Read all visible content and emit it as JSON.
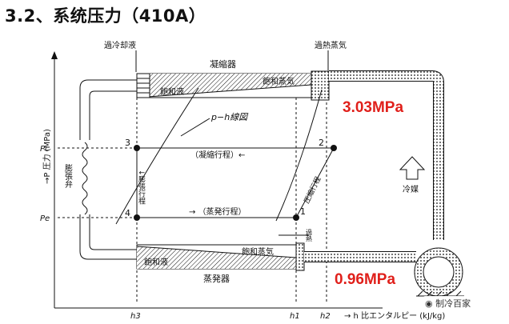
{
  "title": "3.2、系统压力（410A）",
  "labels": {
    "subcooled_liquid": "過冷却液",
    "superheated_vapor": "過熱蒸気",
    "condenser": "凝縮器",
    "saturated_vapor": "飽和蒸気",
    "saturated_liquid": "飽和液",
    "ph_diagram": "p−h線図",
    "condensing_process": "（凝縮行程）←",
    "evaporating_process": "→ （蒸発行程）",
    "throttling_process": "↓膨張行程",
    "compression_process": "圧縮行程",
    "superheat": "過熱",
    "expansion_valve": "膨張弁",
    "refrigerant": "冷媒",
    "evaporator": "蒸発器",
    "y_axis": "→P 圧力 (MPa)",
    "x_axis": "→ h  比エンタルピー (kJ/kg)",
    "pc": "Pc",
    "pe": "Pe",
    "h3": "h3",
    "h1": "h1",
    "h2": "h2",
    "point1": "1",
    "point2": "2",
    "point3": "3",
    "point4": "4"
  },
  "pressures": {
    "high": "3.03MPa",
    "low": "0.96MPa"
  },
  "watermark": "制冷百家",
  "colors": {
    "pressure_text": "#e0201b",
    "line": "#111111"
  }
}
